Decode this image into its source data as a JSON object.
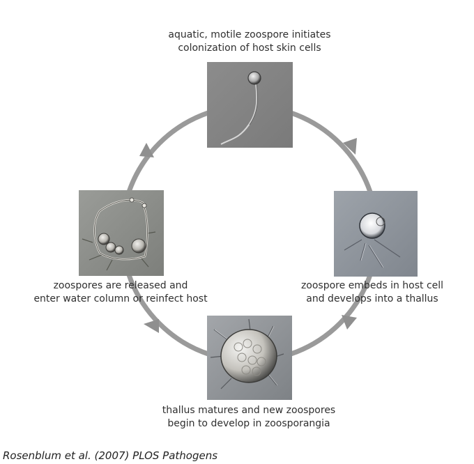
{
  "diagram": {
    "stages": [
      {
        "id": "zoospore",
        "caption_lines": [
          "aquatic, motile zoospore initiates",
          "colonization of host skin cells"
        ]
      },
      {
        "id": "embed",
        "caption_lines": [
          "zoospore embeds in host cell",
          "and develops into a thallus"
        ]
      },
      {
        "id": "mature",
        "caption_lines": [
          "thallus matures and new zoospores",
          "begin to develop in zoosporangia"
        ]
      },
      {
        "id": "release",
        "caption_lines": [
          "zoospores are released and",
          "enter water column or reinfect host"
        ]
      }
    ],
    "cycle_color": "#9a9a9a",
    "photo_style": "grayscale DIC micrograph"
  },
  "credit": {
    "text": "Rosenblum et al. (2007) PLOS Pathogens"
  }
}
